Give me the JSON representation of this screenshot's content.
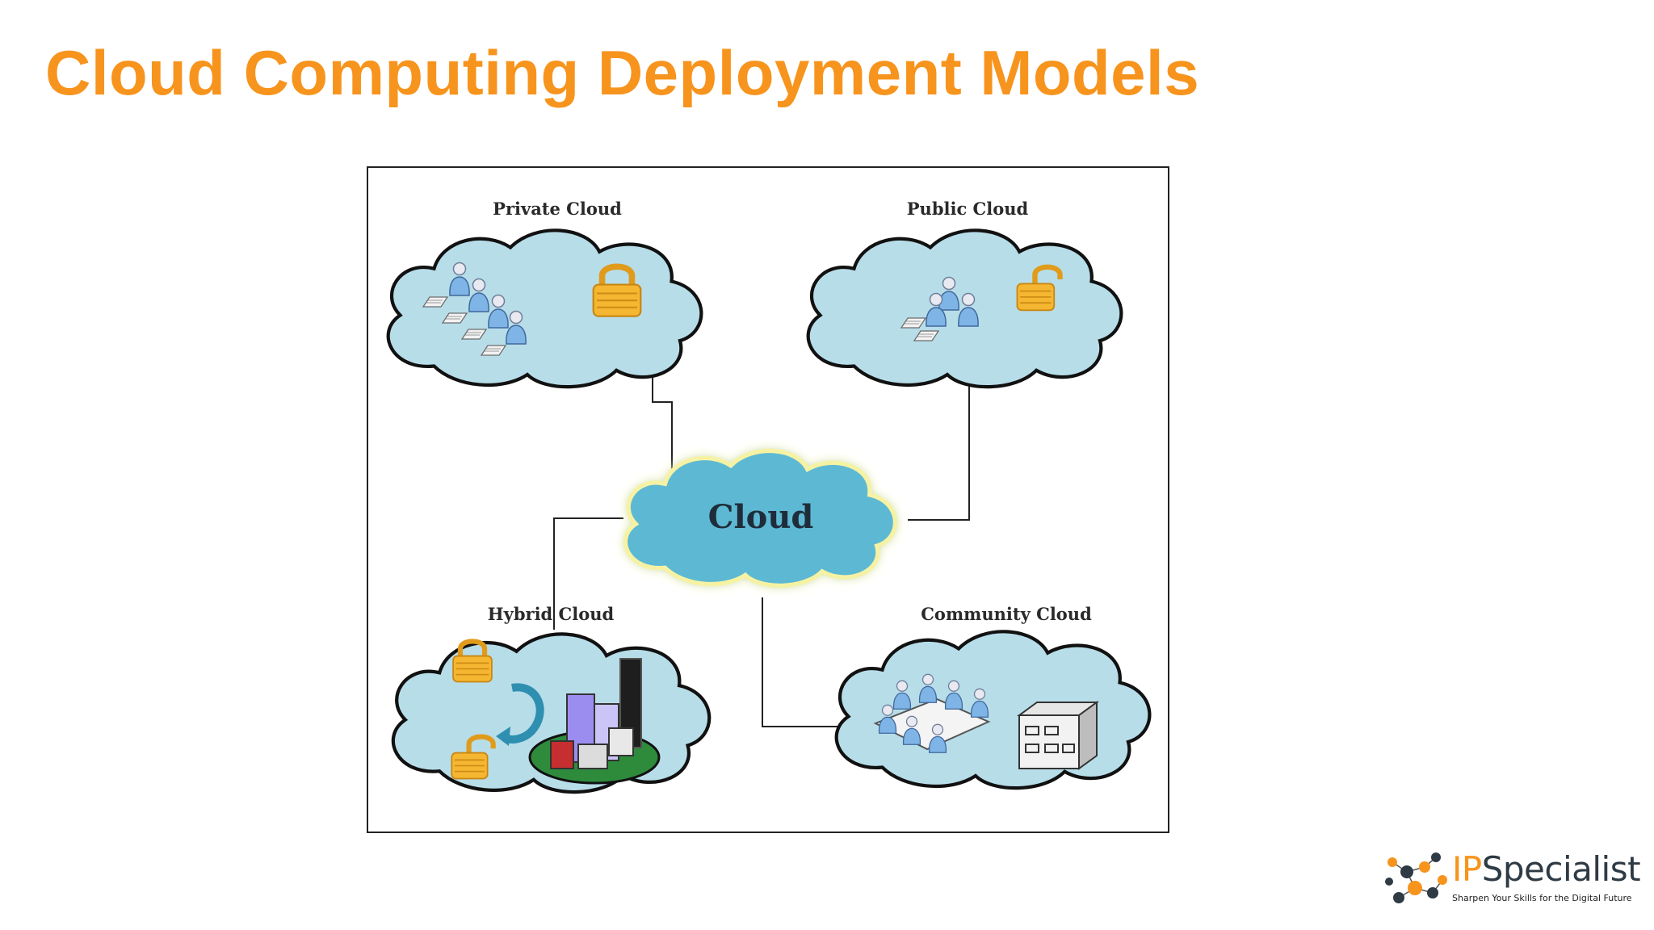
{
  "title": "Cloud Computing Deployment Models",
  "colors": {
    "title": "#f7941d",
    "cloud_fill": "#b7dde9",
    "center_cloud_fill": "#5db9d3",
    "lock": "#f5b731",
    "logo_ip": "#f7941d",
    "logo_specialist": "#2e3a44"
  },
  "diagram": {
    "center_label": "Cloud",
    "nodes": [
      {
        "label": "Private Cloud",
        "icon": "locked-padlock-and-users-icon"
      },
      {
        "label": "Public Cloud",
        "icon": "unlocked-padlock-and-users-icon"
      },
      {
        "label": "Hybrid Cloud",
        "icon": "padlocks-and-buildings-icon"
      },
      {
        "label": "Community Cloud",
        "icon": "meeting-and-server-icon"
      }
    ]
  },
  "logo": {
    "ip": "IP",
    "specialist": "Specialist",
    "tagline": "Sharpen Your Skills for the Digital Future"
  }
}
